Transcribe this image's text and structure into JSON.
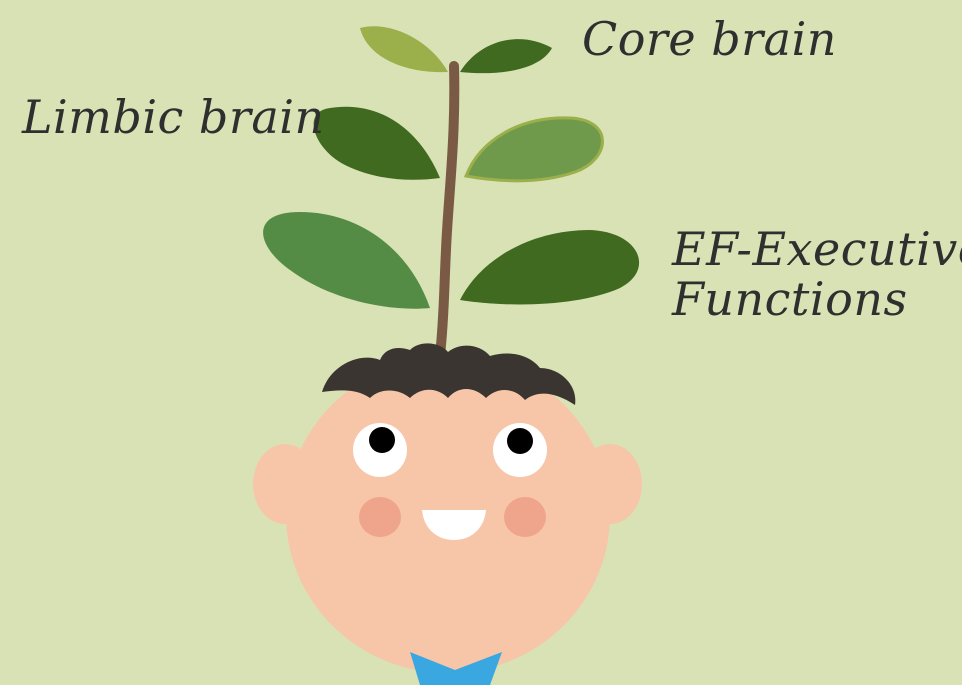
{
  "labels": {
    "core_brain": "Core brain",
    "limbic_brain": "Limbic brain",
    "ef_line1": "EF-Executive",
    "ef_line2": "Functions"
  },
  "colors": {
    "background": "#d8e2b5",
    "stem": "#7b5a45",
    "leaf_dark": "#3f6a1f",
    "leaf_mid": "#558c45",
    "leaf_light": "#9bb04a",
    "leaf_soft": "#6f9a4c",
    "skin": "#f7c6a9",
    "hair": "#3b3531",
    "cheek": "#eea58c",
    "bowtie": "#3aa7e0",
    "text": "#2f2f2f"
  }
}
